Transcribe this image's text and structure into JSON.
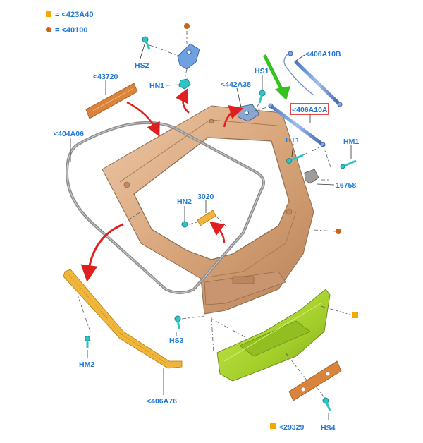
{
  "legend": {
    "square_text": "= <423A40",
    "dot_text": "= <40100",
    "square_color": "#f6a800",
    "dot_color": "#c8651e"
  },
  "labels": {
    "hs2": "HS2",
    "hn1": "HN1",
    "c43720": "<43720",
    "c404a06": "<404A06",
    "c442a38": "<442A38",
    "hs1": "HS1",
    "c406a10b": "<406A10B",
    "c406a10a": "<406A10A",
    "ht1": "HT1",
    "hm1": "HM1",
    "c16758": "16758",
    "hn2": "HN2",
    "c3020": "3020",
    "hs3": "HS3",
    "hm2": "HM2",
    "c406a76": "<406A76",
    "c29329": "<29329",
    "hs4": "HS4"
  },
  "colors": {
    "label_blue": "#1f78d6",
    "highlight_red": "#e01b1b",
    "arrow_red": "#e02020",
    "arrow_green": "#35c21f",
    "liftgate_tan": "#d9a67c",
    "garnish_green": "#a7d22b",
    "seal_gray": "#8a8a8a",
    "spoiler_strip_orange": "#f0b63c",
    "pad_orange": "#d9843a",
    "fastener_teal": "#2ec4c4"
  }
}
